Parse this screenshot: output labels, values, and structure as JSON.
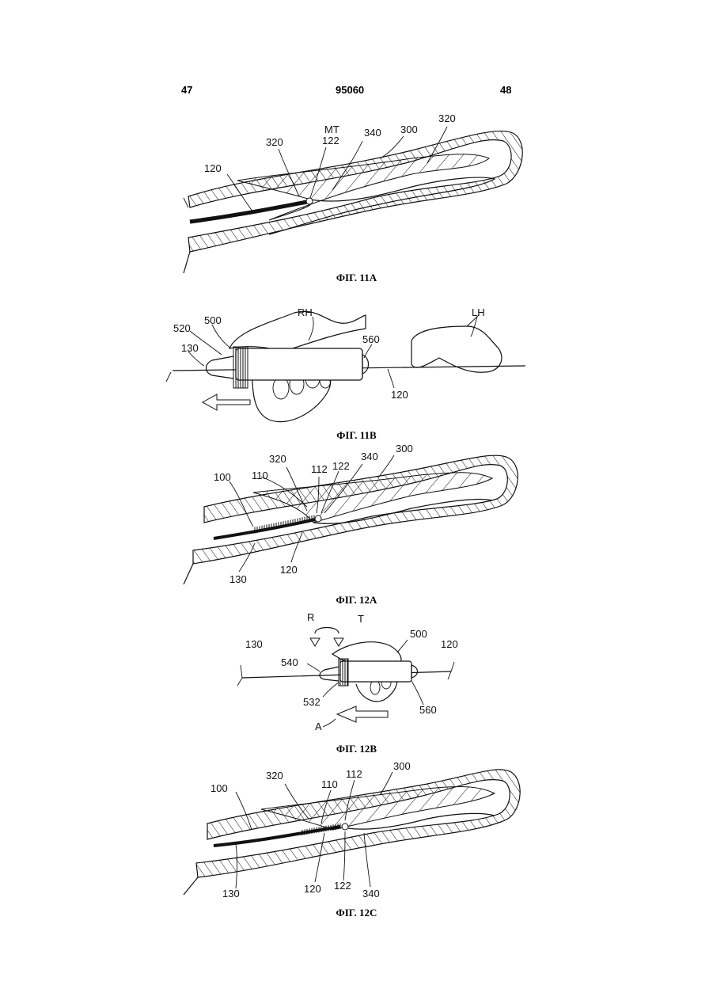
{
  "header": {
    "page_left": "47",
    "doc_number": "95060",
    "page_right": "48"
  },
  "figures": {
    "fig11a": {
      "caption": "ФІГ. 11А",
      "labels": {
        "a": "120",
        "b": "320",
        "c": "МТ",
        "d": "122",
        "e": "340",
        "f": "300",
        "g": "320"
      }
    },
    "fig11b": {
      "caption": "ФІГ. 11В",
      "labels": {
        "a": "RH",
        "b": "LH",
        "c": "500",
        "d": "520",
        "e": "130",
        "f": "560",
        "g": "120"
      }
    },
    "fig12a": {
      "caption": "ФІГ. 12А",
      "labels": {
        "a": "300",
        "b": "320",
        "c": "340",
        "d": "112",
        "e": "122",
        "f": "100",
        "g": "110",
        "h": "130",
        "i": "120"
      }
    },
    "fig12b": {
      "caption": "ФІГ. 12В",
      "labels": {
        "a": "R",
        "b": "T",
        "c": "500",
        "d": "130",
        "e": "120",
        "f": "540",
        "g": "532",
        "h": "560",
        "i": "A"
      }
    },
    "fig12c": {
      "caption": "ФІГ. 12С",
      "labels": {
        "a": "300",
        "b": "320",
        "c": "112",
        "d": "110",
        "e": "100",
        "f": "130",
        "g": "120",
        "h": "122",
        "i": "340"
      }
    }
  }
}
